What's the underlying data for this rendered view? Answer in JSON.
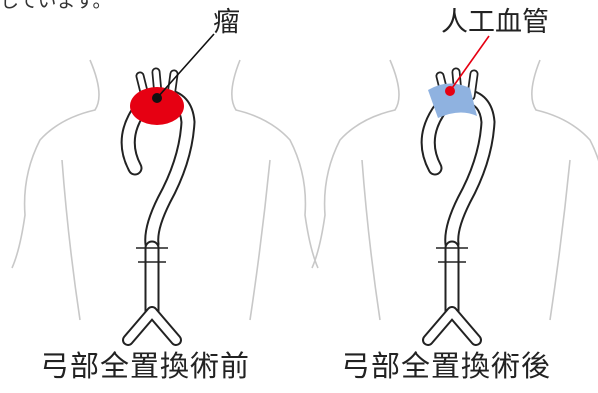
{
  "top_note": "しています。",
  "labels": {
    "tumor": "瘤",
    "graft": "人工血管"
  },
  "captions": {
    "before": "弓部全置換術前",
    "after": "弓部全置換術後"
  },
  "colors": {
    "outline": "#222222",
    "torso": "#c8c8c8",
    "aneurysm": "#e60012",
    "graft": "#8fb2e0",
    "leader_after": "#e60012"
  }
}
